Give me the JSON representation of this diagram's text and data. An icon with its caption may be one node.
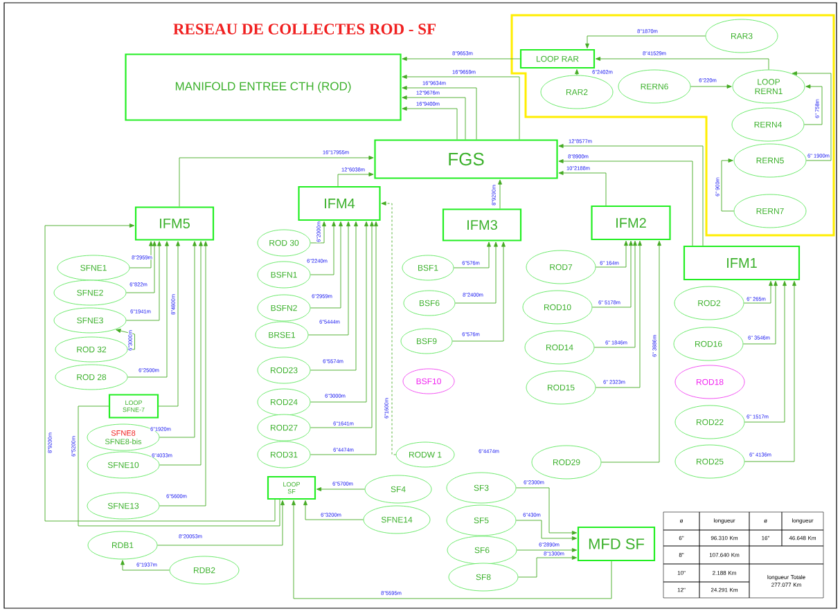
{
  "diagram": {
    "title": "RESEAU DE COLLECTES  ROD - SF",
    "nodes": [
      {
        "text": [
          "MANIFOLD ENTREE CTH (ROD)"
        ]
      },
      {
        "text": [
          "LOOP RAR"
        ]
      },
      {
        "text": [
          "RAR3"
        ]
      },
      {
        "text": [
          "RAR2"
        ]
      },
      {
        "text": [
          "RERN6"
        ]
      },
      {
        "text": [
          "LOOP RERN1"
        ]
      },
      {
        "text": [
          "RERN4"
        ]
      },
      {
        "text": [
          "RERN5"
        ]
      },
      {
        "text": [
          "RERN7"
        ]
      },
      {
        "text": [
          "FGS"
        ]
      },
      {
        "text": [
          "IFM5"
        ]
      },
      {
        "text": [
          "IFM4"
        ]
      },
      {
        "text": [
          "IFM3"
        ]
      },
      {
        "text": [
          "IFM2"
        ]
      },
      {
        "text": [
          "IFM1"
        ]
      },
      {
        "text": [
          "SFNE1"
        ]
      },
      {
        "text": [
          "SFNE2"
        ]
      },
      {
        "text": [
          "SFNE3"
        ]
      },
      {
        "text": [
          "ROD 32"
        ]
      },
      {
        "text": [
          "ROD 28"
        ]
      },
      {
        "text": [
          "LOOP SFNE-7"
        ]
      },
      {
        "text": [
          "SFNE8",
          "SFNE8-bis"
        ]
      },
      {
        "text": [
          "SFNE10"
        ]
      },
      {
        "text": [
          "SFNE13"
        ]
      },
      {
        "text": [
          "ROD 30"
        ]
      },
      {
        "text": [
          "BSFN1"
        ]
      },
      {
        "text": [
          "BSFN2"
        ]
      },
      {
        "text": [
          "BRSE1"
        ]
      },
      {
        "text": [
          "ROD23"
        ]
      },
      {
        "text": [
          "ROD24"
        ]
      },
      {
        "text": [
          "ROD27"
        ]
      },
      {
        "text": [
          "ROD31"
        ]
      },
      {
        "text": [
          "RODW 1"
        ]
      },
      {
        "text": [
          "BSF1"
        ]
      },
      {
        "text": [
          "BSF6"
        ]
      },
      {
        "text": [
          "BSF9"
        ]
      },
      {
        "text": [
          "BSF10"
        ]
      },
      {
        "text": [
          "ROD7"
        ]
      },
      {
        "text": [
          "ROD10"
        ]
      },
      {
        "text": [
          "ROD14"
        ]
      },
      {
        "text": [
          "ROD15"
        ]
      },
      {
        "text": [
          "ROD29"
        ]
      },
      {
        "text": [
          "ROD2"
        ]
      },
      {
        "text": [
          "ROD16"
        ]
      },
      {
        "text": [
          "ROD18"
        ]
      },
      {
        "text": [
          "ROD22"
        ]
      },
      {
        "text": [
          "ROD25"
        ]
      },
      {
        "text": [
          "LOOP SF"
        ]
      },
      {
        "text": [
          "SF4"
        ]
      },
      {
        "text": [
          "SFNE14"
        ]
      },
      {
        "text": [
          "RDB1"
        ]
      },
      {
        "text": [
          "RDB2"
        ]
      },
      {
        "text": [
          "SF3"
        ]
      },
      {
        "text": [
          "SF5"
        ]
      },
      {
        "text": [
          "SF6"
        ]
      },
      {
        "text": [
          "SF8"
        ]
      },
      {
        "text": [
          "MFD SF"
        ]
      }
    ],
    "edges": [
      {
        "from": 1,
        "to": 0,
        "arrow": "to",
        "label": "8\"9653m"
      },
      {
        "from": 2,
        "to": 1,
        "arrow": "to",
        "label": "8\"1870m"
      },
      {
        "from": 5,
        "to": 1,
        "arrow": "to",
        "label": "8\"41529m"
      },
      {
        "from": 3,
        "to": 1,
        "arrow": "to",
        "label": "6\"2402m"
      },
      {
        "from": 4,
        "to": 5,
        "arrow": "to",
        "label": "6\"220m"
      },
      {
        "from": 6,
        "to": 5,
        "arrow": "to",
        "label": "6\" 758m"
      },
      {
        "from": 7,
        "to": 5,
        "arrow": "to",
        "label": "6\" 1900m"
      },
      {
        "from": 8,
        "to": 7,
        "arrow": "to",
        "label": "6\" 900m"
      },
      {
        "from": 9,
        "to": 0,
        "arrow": "to",
        "label": "16\"9659m"
      },
      {
        "from": 9,
        "to": 0,
        "arrow": "to",
        "label": "16\"9634m"
      },
      {
        "from": 9,
        "to": 0,
        "arrow": "to",
        "label": "12\"9676m"
      },
      {
        "from": 9,
        "to": 0,
        "arrow": "to",
        "label": "16\"9400m"
      },
      {
        "from": 10,
        "to": 9,
        "arrow": "to",
        "label": "16\"17955m"
      },
      {
        "from": 11,
        "to": 9,
        "arrow": "to",
        "label": "12\"6038m"
      },
      {
        "from": 12,
        "to": 9,
        "arrow": "to",
        "label": "8\"9290m"
      },
      {
        "from": 13,
        "to": 9,
        "arrow": "to",
        "label": "10\"2188m"
      },
      {
        "from": 14,
        "to": 9,
        "arrow": "to",
        "label": "8\"8900m"
      },
      {
        "from": 14,
        "to": 9,
        "arrow": "to",
        "label": "12\"8577m"
      },
      {
        "from": 15,
        "to": 10,
        "arrow": "to",
        "label": "8\"2959m"
      },
      {
        "from": 16,
        "to": 10,
        "arrow": "to",
        "label": "6\"822m"
      },
      {
        "from": 17,
        "to": 10,
        "arrow": "to",
        "label": "6\"1941m"
      },
      {
        "from": 18,
        "to": 17,
        "arrow": "to",
        "label": "6\"3000m"
      },
      {
        "from": 19,
        "to": 10,
        "arrow": "to",
        "label": "6\"2500m"
      },
      {
        "from": 20,
        "to": 10,
        "arrow": "to",
        "label": "8\"4800m"
      },
      {
        "from": 21,
        "to": 10,
        "arrow": "to",
        "label": "6\"1920m"
      },
      {
        "from": 22,
        "to": 10,
        "arrow": "to",
        "label": "6\"4033m"
      },
      {
        "from": 23,
        "to": 10,
        "arrow": "to",
        "label": "6\"5600m"
      },
      {
        "from": 47,
        "to": 10,
        "arrow": "to",
        "label": "8\"9200m"
      },
      {
        "from": 47,
        "to": 20,
        "arrow": "none",
        "label": "6\"5200m"
      },
      {
        "from": 24,
        "to": 11,
        "arrow": "to",
        "label": "6\"2000m"
      },
      {
        "from": 25,
        "to": 11,
        "arrow": "to",
        "label": "6\"2240m"
      },
      {
        "from": 26,
        "to": 11,
        "arrow": "to",
        "label": "6\"2959m"
      },
      {
        "from": 27,
        "to": 11,
        "arrow": "to",
        "label": "6\"5444m"
      },
      {
        "from": 28,
        "to": 11,
        "arrow": "to",
        "label": "6\"5574m"
      },
      {
        "from": 29,
        "to": 11,
        "arrow": "to",
        "label": "6\"3000m"
      },
      {
        "from": 30,
        "to": 11,
        "arrow": "to",
        "label": "6\"1641m"
      },
      {
        "from": 31,
        "to": 11,
        "arrow": "to",
        "label": "6\"4474m"
      },
      {
        "from": 32,
        "to": 11,
        "arrow": "to",
        "label": "6\"1600m",
        "style": "dashed"
      },
      {
        "from": 33,
        "to": 12,
        "arrow": "to",
        "label": "6\"576m"
      },
      {
        "from": 34,
        "to": 12,
        "arrow": "to",
        "label": "8\"2400m"
      },
      {
        "from": 35,
        "to": 12,
        "arrow": "to",
        "label": "6\"576m"
      },
      {
        "from": 37,
        "to": 13,
        "arrow": "to",
        "label": "6\" 164m"
      },
      {
        "from": 38,
        "to": 13,
        "arrow": "to",
        "label": "6\" 5178m"
      },
      {
        "from": 39,
        "to": 13,
        "arrow": "to",
        "label": "6\" 1846m"
      },
      {
        "from": 40,
        "to": 13,
        "arrow": "to",
        "label": "6\" 2323m"
      },
      {
        "from": 41,
        "to": 13,
        "arrow": "to",
        "label": "6\" 3886m"
      },
      {
        "from": 42,
        "to": 14,
        "arrow": "to",
        "label": "6\" 265m"
      },
      {
        "from": 43,
        "to": 14,
        "arrow": "to",
        "label": "6\" 3546m"
      },
      {
        "from": 45,
        "to": 14,
        "arrow": "to",
        "label": "6\" 1517m"
      },
      {
        "from": 46,
        "to": 14,
        "arrow": "to",
        "label": "6\" 4136m"
      },
      {
        "from": 48,
        "to": 47,
        "arrow": "to",
        "label": "6\"5700m"
      },
      {
        "from": 49,
        "to": 47,
        "arrow": "to",
        "label": "6\"3200m"
      },
      {
        "from": 50,
        "to": 47,
        "arrow": "to",
        "label": "8\"20053m"
      },
      {
        "from": 51,
        "to": 50,
        "arrow": "to",
        "label": "6\"1937m"
      },
      {
        "from": 56,
        "to": 47,
        "arrow": "to",
        "label": "8\"5595m"
      },
      {
        "from": 52,
        "to": 56,
        "arrow": "to",
        "label": "6\"2300m"
      },
      {
        "from": 53,
        "to": 56,
        "arrow": "to",
        "label": "6\"430m"
      },
      {
        "from": 54,
        "to": 56,
        "arrow": "to",
        "label": "6\"2890m"
      },
      {
        "from": 55,
        "to": 56,
        "arrow": "to",
        "label": "8\"1300m"
      }
    ],
    "labels": [
      "6\"4474m",
      "ø",
      "longueur",
      "ø",
      "longueur",
      "6\"",
      "96.310 Km",
      "16\"",
      "46.648 Km",
      "8\"",
      "107.640 Km",
      "10\"",
      "2.188 Km",
      "longueur Totale 277.077 Km",
      "12\"",
      "24.291 Km"
    ]
  }
}
